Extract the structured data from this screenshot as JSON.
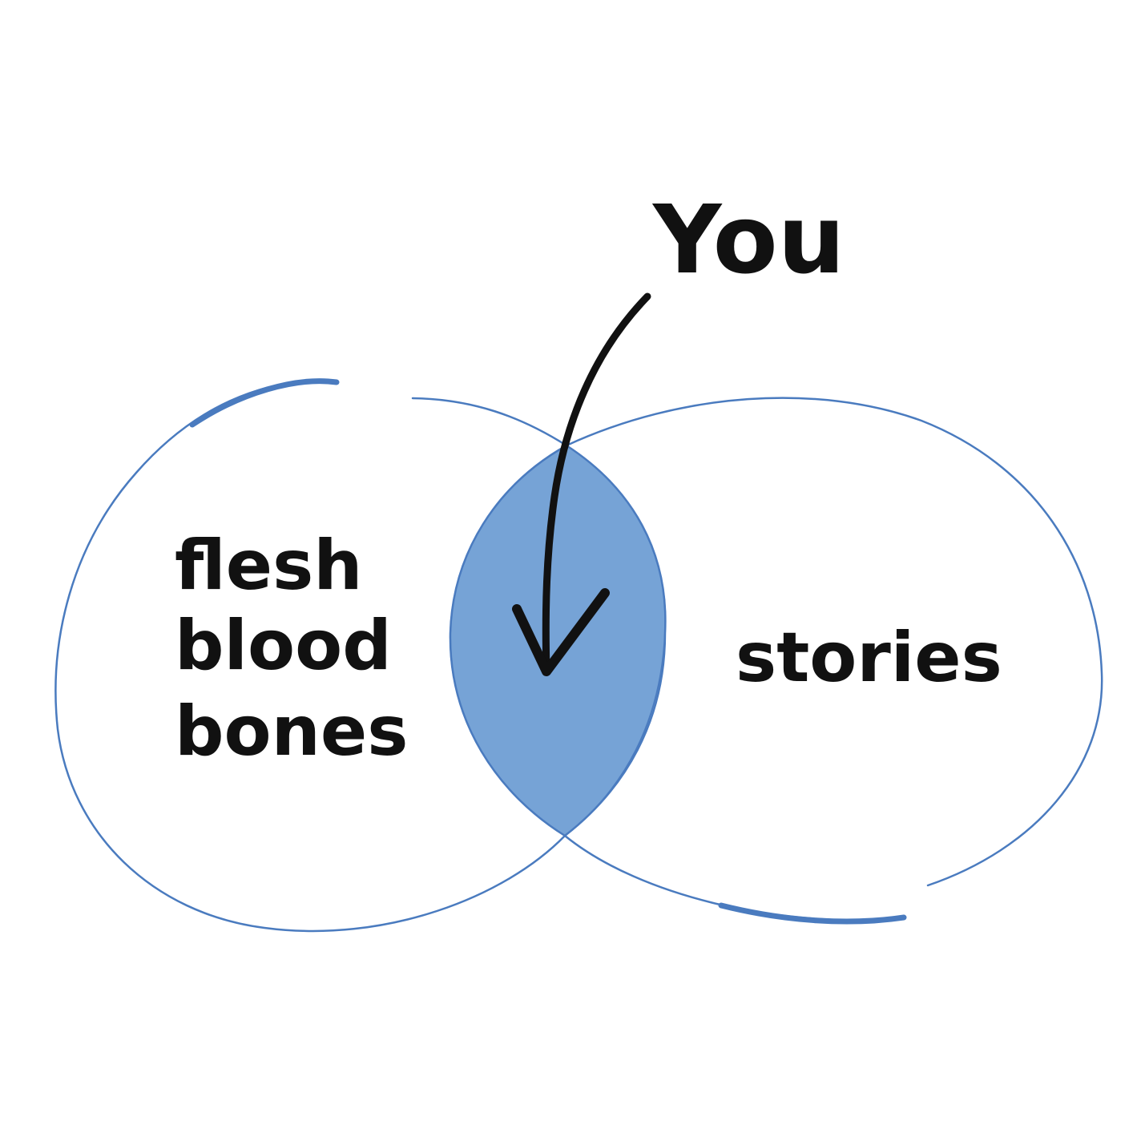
{
  "labels": {
    "you": "You",
    "left_line1": "flesh",
    "left_line2": "blood",
    "left_line3": "bones",
    "right": "stories"
  },
  "colors": {
    "outline": "#4a7bbf",
    "overlap_fill": "#76a3d6",
    "ink": "#111111",
    "background": "#ffffff"
  },
  "icons": {
    "arrow": "curved-down-arrow"
  }
}
